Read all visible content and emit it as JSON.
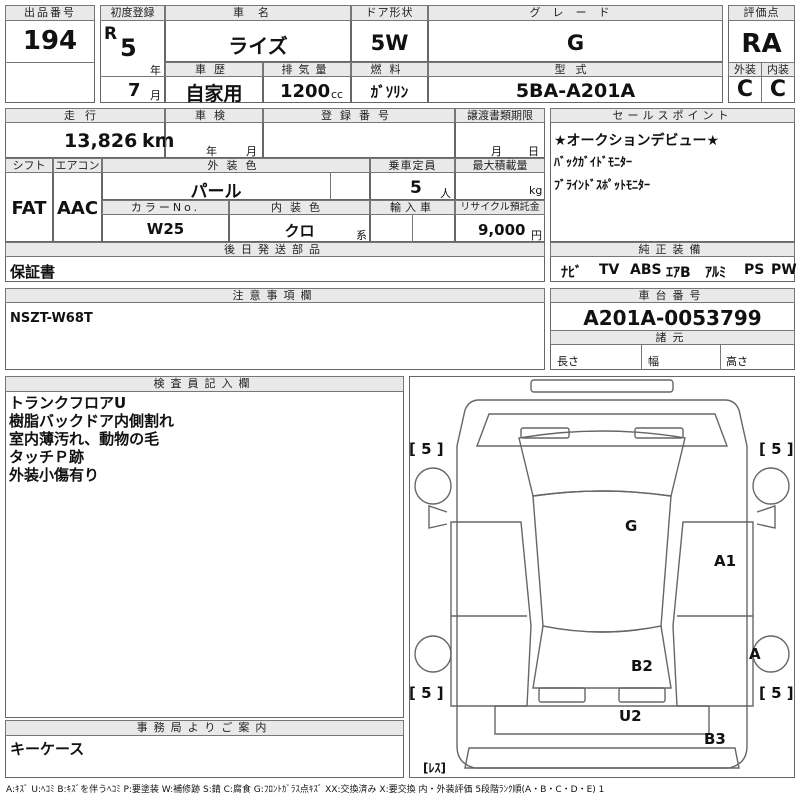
{
  "lot": {
    "label": "出品番号",
    "value": "194"
  },
  "first_reg": {
    "label": "初度登録",
    "era": "R",
    "year": "5",
    "year_unit": "年",
    "month": "7",
    "month_unit": "月"
  },
  "car_name": {
    "label": "車名",
    "value": "ライズ"
  },
  "door": {
    "label": "ドア形状",
    "value": "5W"
  },
  "grade": {
    "label": "グレード",
    "value": "G"
  },
  "score": {
    "label": "評価点",
    "value": "RA"
  },
  "history": {
    "label": "車歴",
    "value": "自家用"
  },
  "displacement": {
    "label": "排気量",
    "value": "1200",
    "unit": "cc"
  },
  "fuel": {
    "label": "燃料",
    "value": "ｶﾞｿﾘﾝ"
  },
  "model": {
    "label": "型式",
    "value": "5BA-A201A"
  },
  "exterior_score": {
    "label": "外装",
    "value": "C"
  },
  "interior_score": {
    "label": "内装",
    "value": "C"
  },
  "mileage": {
    "label": "走行",
    "value": "13,826",
    "unit": "km"
  },
  "inspection": {
    "label": "車検",
    "year_unit": "年",
    "month_unit": "月"
  },
  "registration": {
    "label": "登録番号"
  },
  "transfer_deadline": {
    "label": "譲渡書類期限",
    "month_unit": "月",
    "day_unit": "日"
  },
  "shift": {
    "label": "シフト",
    "value": "FAT"
  },
  "aircon": {
    "label": "エアコン",
    "value": "AAC"
  },
  "ext_color": {
    "label": "外装色",
    "value": "パール"
  },
  "capacity": {
    "label": "乗車定員",
    "value": "5",
    "unit": "人"
  },
  "max_load": {
    "label": "最大積載量",
    "unit": "kg"
  },
  "color_no": {
    "label": "カラーNo.",
    "value": "W25"
  },
  "int_color": {
    "label": "内装色",
    "value": "クロ",
    "unit": "系"
  },
  "import": {
    "label": "輸入車"
  },
  "recycle": {
    "label": "リサイクル預託金",
    "value": "9,000",
    "unit": "円"
  },
  "later_parts": {
    "label": "後日発送部品",
    "value": "保証書"
  },
  "sales_points": {
    "label": "セールスポイント",
    "items": [
      "★オークションデビュー★",
      "ﾊﾞｯｸｶﾞｲﾄﾞﾓﾆﾀｰ",
      "ﾌﾞﾗｲﾝﾄﾞｽﾎﾟｯﾄﾓﾆﾀｰ"
    ]
  },
  "equipment": {
    "label": "純正装備",
    "items": [
      "ﾅﾋﾞ",
      "TV",
      "ABS",
      "ｴｱB",
      "ｱﾙﾐ",
      "PS",
      "PW"
    ]
  },
  "caution": {
    "label": "注意事項欄",
    "value": "NSZT-W68T"
  },
  "chassis": {
    "label": "車台番号",
    "value": "A201A-0053799"
  },
  "dimensions": {
    "label": "諸元",
    "length": "長さ",
    "width": "幅",
    "height": "高さ"
  },
  "inspector": {
    "label": "検査員記入欄",
    "lines": [
      "トランクフロアU",
      "樹脂バックドア内側割れ",
      "室内薄汚れ、動物の毛",
      "タッチＰ跡",
      "外装小傷有り"
    ]
  },
  "office": {
    "label": "事務局よりご案内",
    "value": "キーケース"
  },
  "diagram": {
    "tires": [
      "[ 5 ]",
      "[ 5 ]",
      "[ 5 ]",
      "[ 5 ]"
    ],
    "marks": {
      "roof": "G",
      "right_door": "A1",
      "right_rear": "A",
      "rear_glass": "B2",
      "rear": "U2",
      "rear_bumper": "B3"
    },
    "spare": "[ﾚｽ]"
  },
  "legend": "A:ｷｽﾞ U:ﾍｺﾐ B:ｷｽﾞを伴うﾍｺﾐ P:要塗装 W:補修跡 S:錆 C:腐食 G:ﾌﾛﾝﾄｶﾞﾗｽ点ｷｽﾞ XX:交換済み X:要交換 内・外装評価 5段階ﾗﾝｸ順(A・B・C・D・E) 1"
}
